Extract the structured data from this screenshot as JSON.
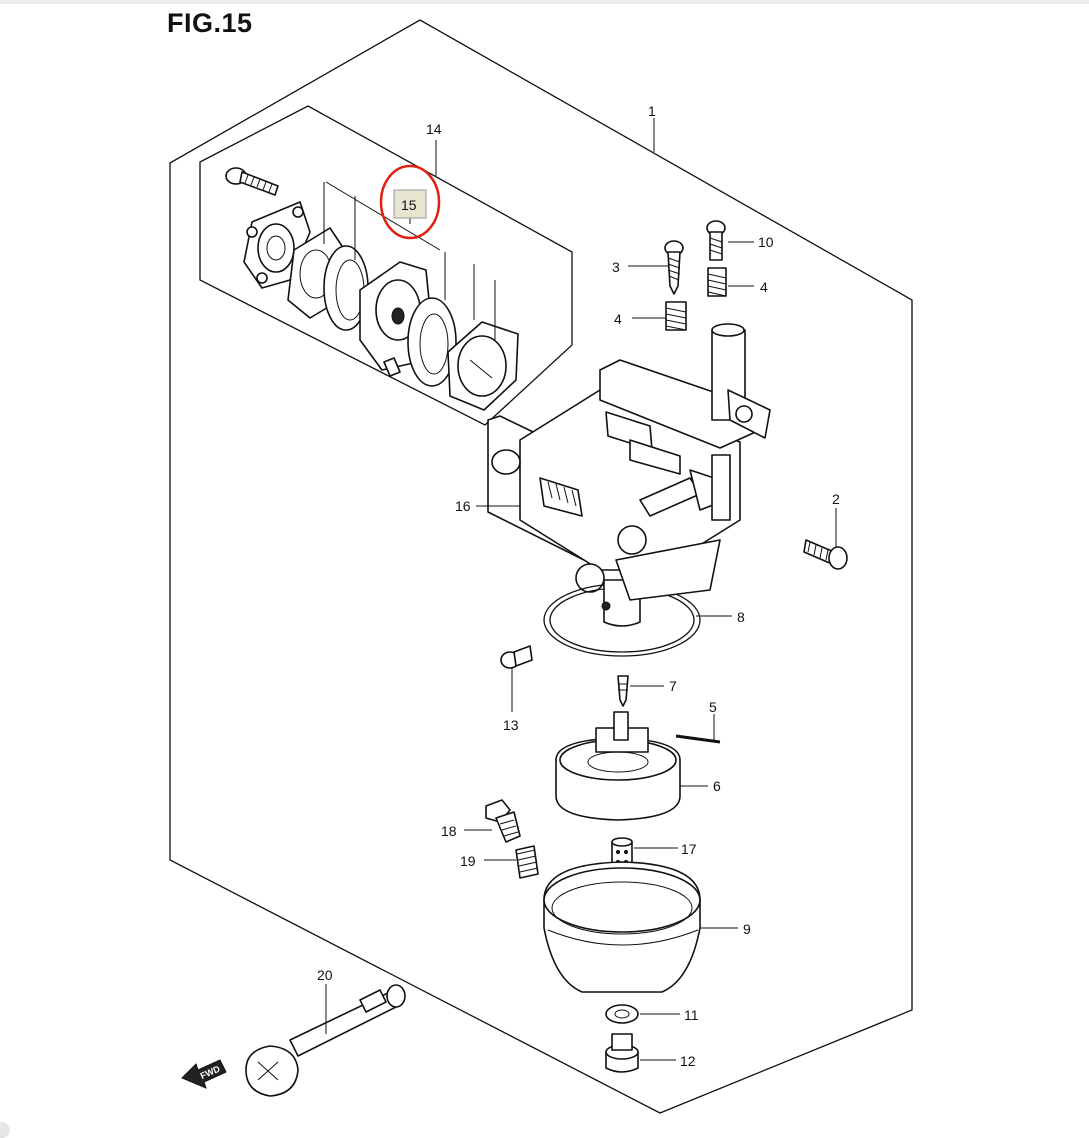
{
  "figure": {
    "title": "FIG.15"
  },
  "callouts": [
    {
      "id": "c1",
      "text": "1"
    },
    {
      "id": "c2",
      "text": "2"
    },
    {
      "id": "c3",
      "text": "3"
    },
    {
      "id": "c4a",
      "text": "4"
    },
    {
      "id": "c4b",
      "text": "4"
    },
    {
      "id": "c5",
      "text": "5"
    },
    {
      "id": "c6",
      "text": "6"
    },
    {
      "id": "c7",
      "text": "7"
    },
    {
      "id": "c8",
      "text": "8"
    },
    {
      "id": "c9",
      "text": "9"
    },
    {
      "id": "c10",
      "text": "10"
    },
    {
      "id": "c11",
      "text": "11"
    },
    {
      "id": "c12",
      "text": "12"
    },
    {
      "id": "c13",
      "text": "13"
    },
    {
      "id": "c14",
      "text": "14"
    },
    {
      "id": "c15",
      "text": "15"
    },
    {
      "id": "c16",
      "text": "16"
    },
    {
      "id": "c17",
      "text": "17"
    },
    {
      "id": "c18",
      "text": "18"
    },
    {
      "id": "c19",
      "text": "19"
    },
    {
      "id": "c20",
      "text": "20"
    }
  ],
  "fwd_label": "FWD",
  "highlight": {
    "target": "15",
    "color": "#e02010",
    "tag_fill": "#e8e6d2"
  }
}
